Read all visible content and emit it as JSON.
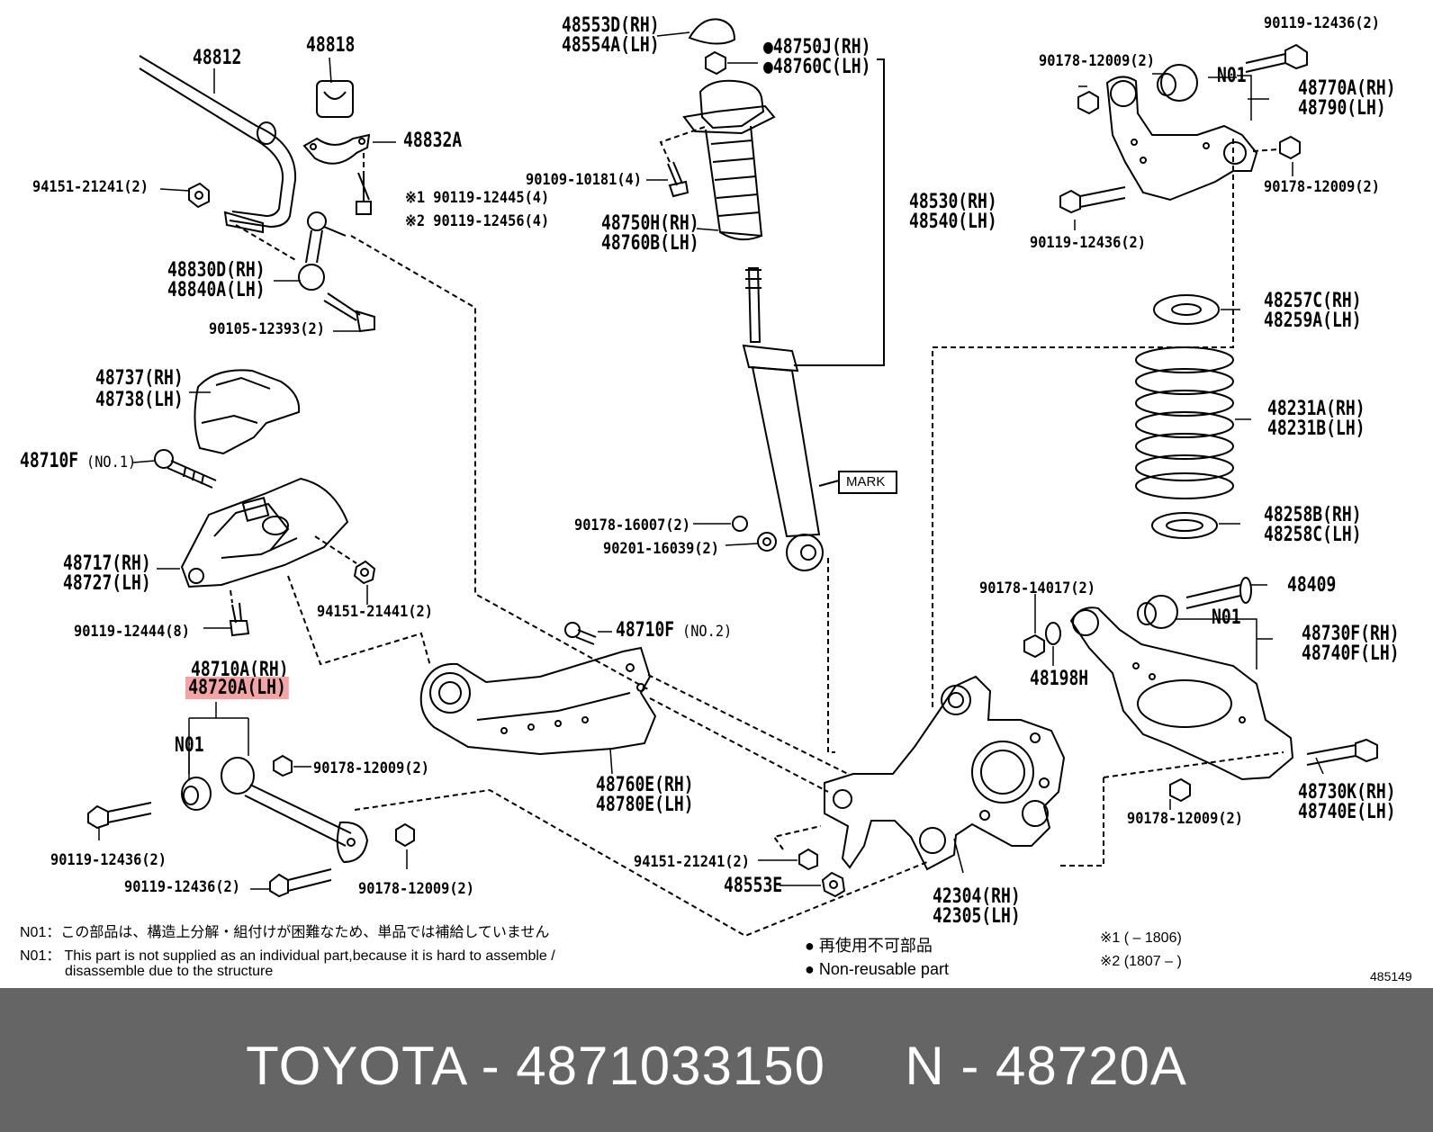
{
  "labels": {
    "l48812": "48812",
    "l48818": "48818",
    "l48832a": "48832A",
    "l94151_21241_top": "94151-21241(2)",
    "l90119_12445": "※1 90119-12445(4)",
    "l90119_12456": "※2 90119-12456(4)",
    "l48830d": "48830D(RH)",
    "l48840a": "48840A(LH)",
    "l90105_12393": "90105-12393(2)",
    "l48737": "48737(RH)",
    "l48738": "48738(LH)",
    "l48710f_no1": "48710F",
    "l48710f_no1_sub": "(NO.1)",
    "l48717": "48717(RH)",
    "l48727": "48727(LH)",
    "l94151_21441": "94151-21441(2)",
    "l90119_12444": "90119-12444(8)",
    "l48710a": "48710A(RH)",
    "l48720a": "48720A(LH)",
    "l_n01_left": "N01",
    "l90178_12009_mid": "90178-12009(2)",
    "l90119_12436_a": "90119-12436(2)",
    "l90119_12436_b": "90119-12436(2)",
    "l90178_12009_bot": "90178-12009(2)",
    "l48553d": "48553D(RH)",
    "l48554a": "48554A(LH)",
    "l48750j": "●48750J(RH)",
    "l48760c": "●48760C(LH)",
    "l90109_10181": "90109-10181(4)",
    "l48750h": "48750H(RH)",
    "l48760b": "48760B(LH)",
    "l48530": "48530(RH)",
    "l48540": "48540(LH)",
    "l_mark": "MARK",
    "l90178_16007": "90178-16007(2)",
    "l90201_16039": "90201-16039(2)",
    "l48710f_no2": "48710F",
    "l48710f_no2_sub": "(NO.2)",
    "l48760e": "48760E(RH)",
    "l48780e": "48780E(LH)",
    "l94151_21241_bot": "94151-21241(2)",
    "l48553e": "48553E",
    "l42304": "42304(RH)",
    "l42305": "42305(LH)",
    "l90119_12436_tr": "90119-12436(2)",
    "l90178_12009_tl": "90178-12009(2)",
    "l_n01_tr": "N01",
    "l48770a": "48770A(RH)",
    "l48790": "48790(LH)",
    "l90178_12009_tr": "90178-12009(2)",
    "l90119_12436_trb": "90119-12436(2)",
    "l48257c": "48257C(RH)",
    "l48259a": "48259A(LH)",
    "l48231a": "48231A(RH)",
    "l48231b": "48231B(LH)",
    "l48258b": "48258B(RH)",
    "l48258c": "48258C(LH)",
    "l90178_14017": "90178-14017(2)",
    "l48409": "48409",
    "l_n01_r": "N01",
    "l48198h": "48198H",
    "l48730f": "48730F(RH)",
    "l48740f": "48740F(LH)",
    "l48730k": "48730K(RH)",
    "l48740e": "48740E(LH)",
    "l90178_12009_r": "90178-12009(2)"
  },
  "notes": {
    "n01_jp": "N01：この部品は、構造上分解・組付けが困難なため、単品では補給していません",
    "n01_en1": "N01： This part is not supplied as an individual part,because it is hard to assemble /",
    "n01_en2": "disassemble due to the structure",
    "nonreuse_jp": "● 再使用不可部品",
    "nonreuse_en": "● Non-reusable part",
    "fn1": "※1 (       – 1806)",
    "fn2": "※2 (1807  –       )",
    "diagram_no": "485149"
  },
  "footer": {
    "text": "TOYOTA - 4871033150     N - 48720A"
  },
  "highlight_color": "#f3a5a5"
}
